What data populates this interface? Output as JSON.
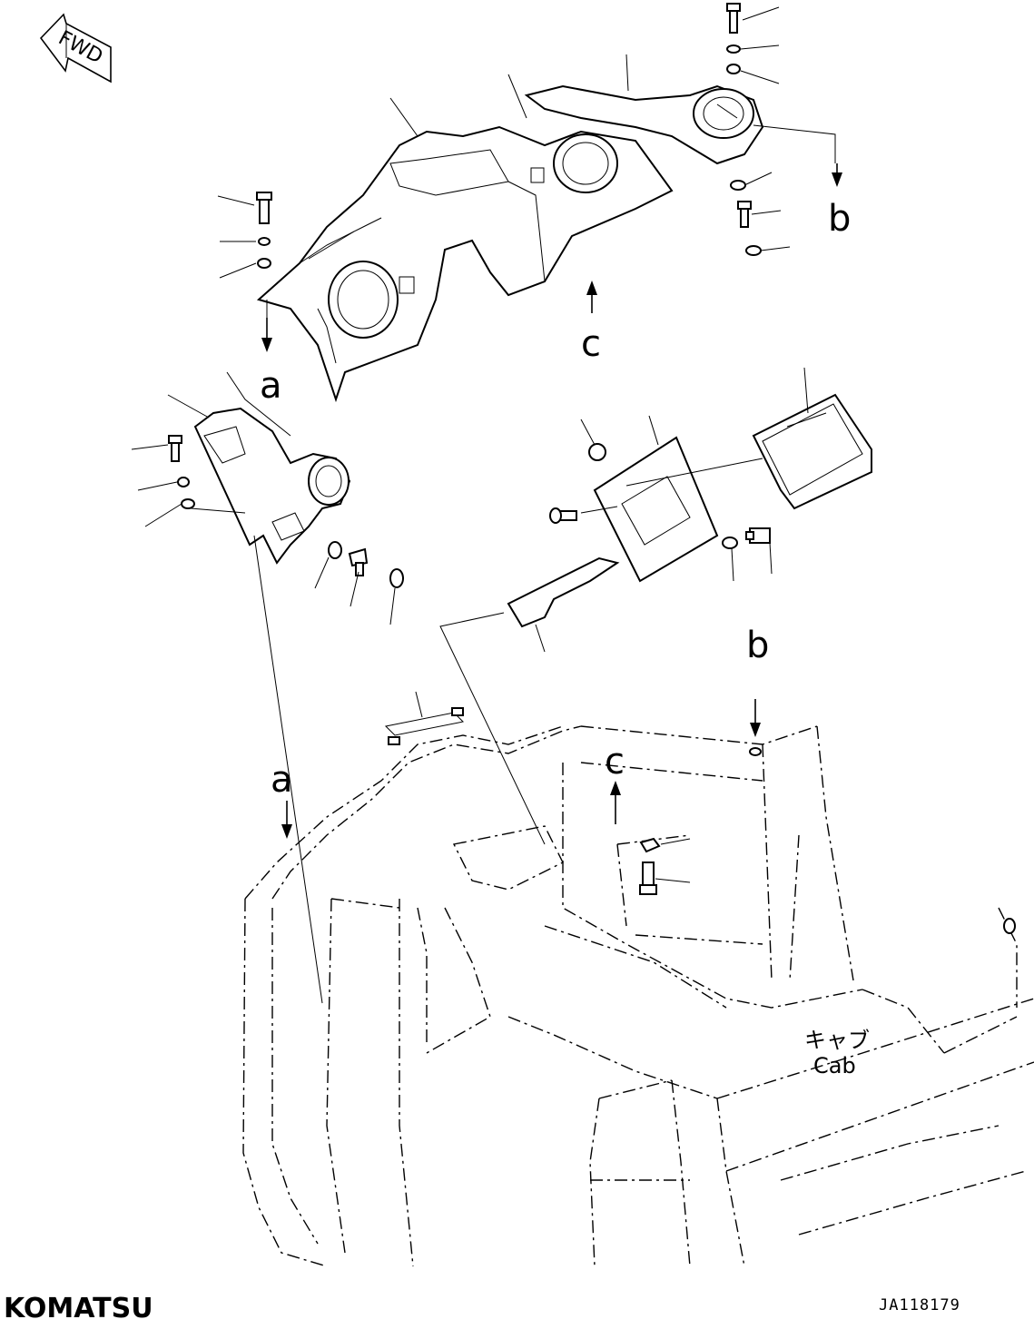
{
  "direction_marker": "FWD",
  "callouts": {
    "a_top": "a",
    "a_bottom": "a",
    "b_top": "b",
    "b_bottom": "b",
    "c_top": "c",
    "c_bottom": "c"
  },
  "cab_label": {
    "japanese": "キャブ",
    "english": "Cab"
  },
  "brand_logo": "KOMATSU",
  "drawing_code": "JA118179"
}
